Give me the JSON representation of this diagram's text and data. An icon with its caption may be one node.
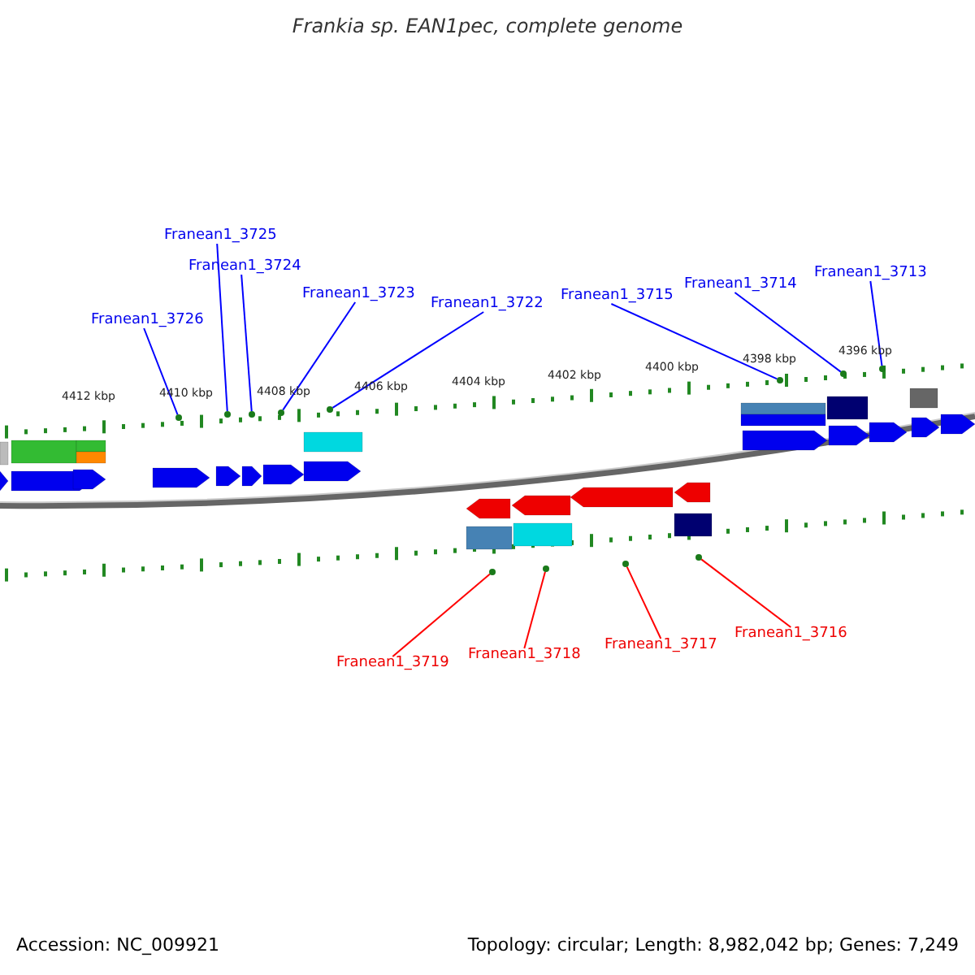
{
  "diagram": {
    "title": "Frankia sp. EAN1pec, complete genome",
    "nodes": [
      {
        "text": [
          "Franean1_3725"
        ]
      },
      {
        "text": [
          "Franean1_3724"
        ]
      },
      {
        "text": [
          "Franean1_3723"
        ]
      },
      {
        "text": [
          "Franean1_3726"
        ]
      },
      {
        "text": [
          "Franean1_3722"
        ]
      },
      {
        "text": [
          "Franean1_3715"
        ]
      },
      {
        "text": [
          "Franean1_3714"
        ]
      },
      {
        "text": [
          "Franean1_3713"
        ]
      },
      {
        "text": [
          "Franean1_3719"
        ]
      },
      {
        "text": [
          "Franean1_3718"
        ]
      },
      {
        "text": [
          "Franean1_3717"
        ]
      },
      {
        "text": [
          "Franean1_3716"
        ]
      },
      {
        "text": [],
        "shape": "dot"
      },
      {
        "text": [],
        "shape": "dot"
      },
      {
        "text": [],
        "shape": "dot"
      },
      {
        "text": [],
        "shape": "dot"
      },
      {
        "text": [],
        "shape": "dot"
      },
      {
        "text": [],
        "shape": "dot"
      },
      {
        "text": [],
        "shape": "dot"
      },
      {
        "text": [],
        "shape": "dot"
      },
      {
        "text": [],
        "shape": "dot"
      },
      {
        "text": [],
        "shape": "dot"
      },
      {
        "text": [],
        "shape": "dot"
      },
      {
        "text": [],
        "shape": "dot"
      }
    ],
    "edges": [
      {
        "from": 0,
        "to": 13,
        "arrow": "none",
        "color": "#0000ff"
      },
      {
        "from": 1,
        "to": 14,
        "arrow": "none",
        "color": "#0000ff"
      },
      {
        "from": 2,
        "to": 15,
        "arrow": "none",
        "color": "#0000ff"
      },
      {
        "from": 3,
        "to": 12,
        "arrow": "none",
        "color": "#0000ff"
      },
      {
        "from": 4,
        "to": 16,
        "arrow": "none",
        "color": "#0000ff"
      },
      {
        "from": 5,
        "to": 17,
        "arrow": "none",
        "color": "#0000ff"
      },
      {
        "from": 6,
        "to": 18,
        "arrow": "none",
        "color": "#0000ff"
      },
      {
        "from": 7,
        "to": 19,
        "arrow": "none",
        "color": "#0000ff"
      },
      {
        "from": 8,
        "to": 20,
        "arrow": "none",
        "color": "#ff0000"
      },
      {
        "from": 9,
        "to": 21,
        "arrow": "none",
        "color": "#ff0000"
      },
      {
        "from": 10,
        "to": 22,
        "arrow": "none",
        "color": "#ff0000"
      },
      {
        "from": 11,
        "to": 23,
        "arrow": "none",
        "color": "#ff0000"
      }
    ],
    "labels": [
      "4412 kbp",
      "4410 kbp",
      "4408 kbp",
      "4406 kbp",
      "4404 kbp",
      "4402 kbp",
      "4400 kbp",
      "4398 kbp",
      "4396 kbp",
      "Accession: NC_009921",
      "Topology: circular; Length: 8,982,042 bp; Genes: 7,249"
    ]
  }
}
